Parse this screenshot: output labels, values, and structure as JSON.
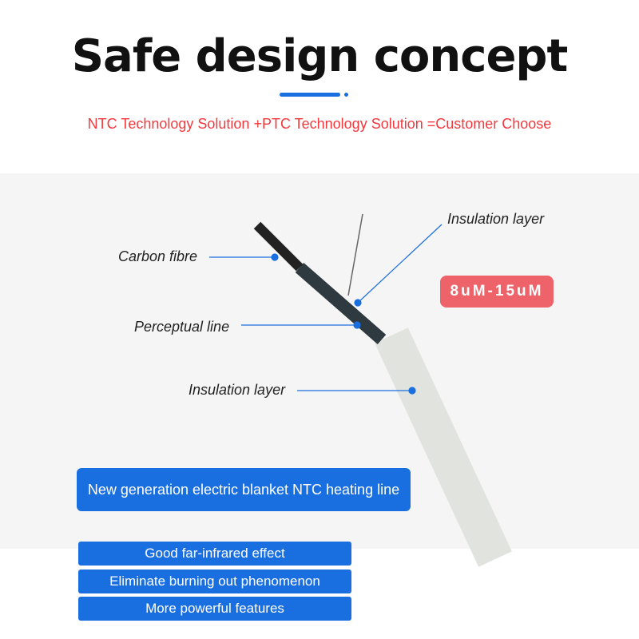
{
  "title": "Safe design concept",
  "subtitle": "NTC Technology Solution +PTC Technology Solution =Customer Choose",
  "labels": {
    "carbon": "Carbon fibre",
    "insulation_top": "Insulation layer",
    "perceptual": "Perceptual line",
    "insulation_bottom": "Insulation layer"
  },
  "badge": "8uM-15uM",
  "headline": "New generation electric blanket NTC heating line",
  "features": [
    "Good far-infrared effect",
    "Eliminate burning out phenomenon",
    "More powerful features"
  ],
  "colors": {
    "accent": "#1a6fe0",
    "red": "#f2393e",
    "badge": "#ee6269"
  }
}
